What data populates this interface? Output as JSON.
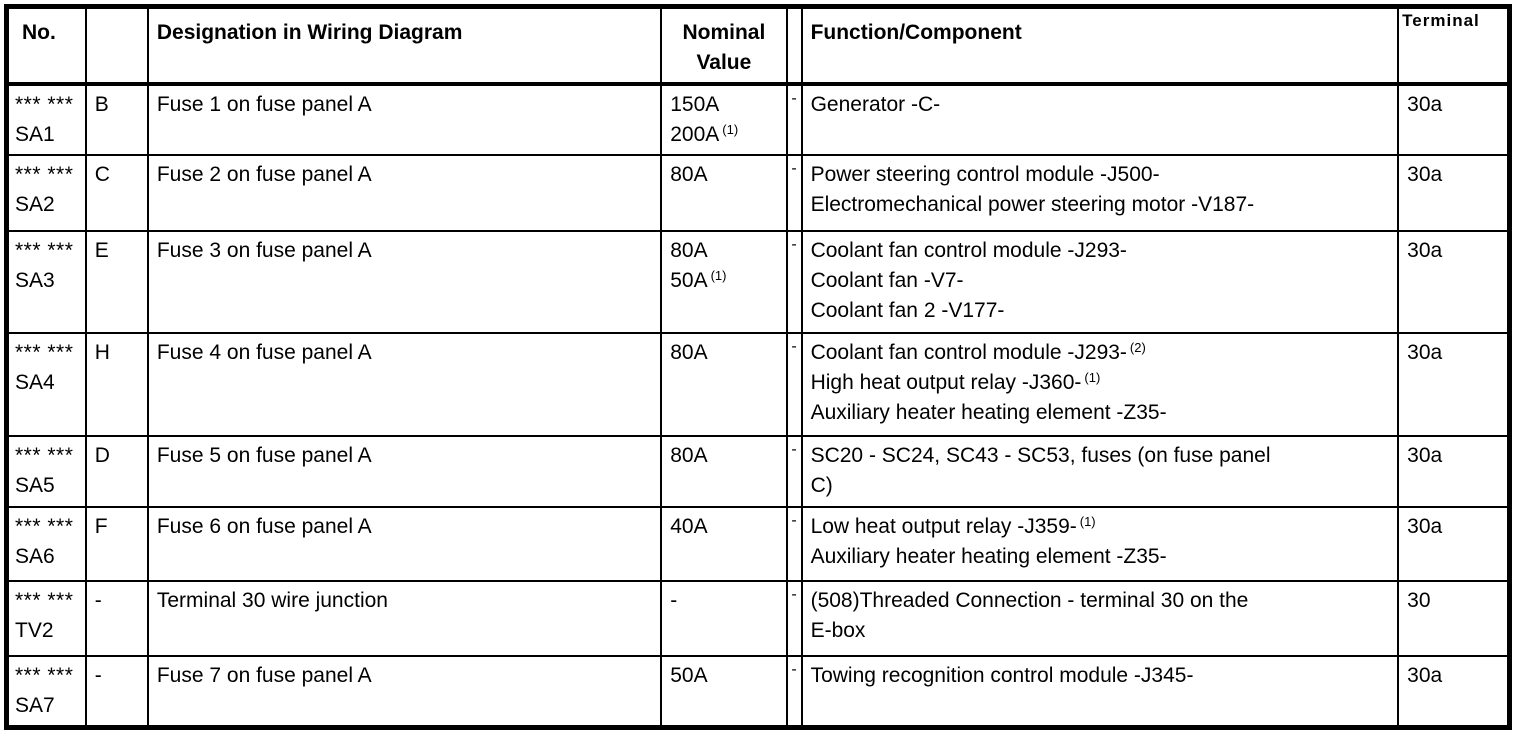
{
  "colors": {
    "border": "#000000",
    "text": "#000000",
    "background": "#ffffff"
  },
  "table": {
    "headers": {
      "no": "No.",
      "letter": "",
      "designation": "Designation in Wiring Diagram",
      "nominal_line1": "Nominal",
      "nominal_line2": "Value",
      "tick": "",
      "function": "Function/Component",
      "terminal": "Terminal"
    },
    "rows": [
      {
        "no_masked": "*** ***",
        "no_id": "SA1",
        "letter": "B",
        "designation": "Fuse 1 on fuse panel A",
        "nominal": [
          {
            "text": "150A"
          },
          {
            "text": "200A",
            "sup": "(1)"
          }
        ],
        "tick": "-",
        "function": [
          {
            "text": "Generator -C-"
          }
        ],
        "terminal": "30a"
      },
      {
        "no_masked": "*** ***",
        "no_id": "SA2",
        "letter": "C",
        "designation": "Fuse 2 on fuse panel A",
        "nominal": [
          {
            "text": "80A"
          }
        ],
        "tick": "-",
        "function": [
          {
            "text": "Power steering control module -J500-"
          },
          {
            "text": "Electromechanical power steering motor -V187-"
          }
        ],
        "terminal": "30a"
      },
      {
        "no_masked": "*** ***",
        "no_id": "SA3",
        "letter": "E",
        "designation": "Fuse 3 on fuse panel A",
        "nominal": [
          {
            "text": "80A"
          },
          {
            "text": "50A",
            "sup": "(1)"
          }
        ],
        "tick": "-",
        "function": [
          {
            "text": "Coolant fan control module -J293-"
          },
          {
            "text": "Coolant fan -V7-"
          },
          {
            "text": "Coolant fan 2 -V177-"
          }
        ],
        "terminal": "30a"
      },
      {
        "no_masked": "*** ***",
        "no_id": "SA4",
        "letter": "H",
        "designation": "Fuse 4 on fuse panel A",
        "nominal": [
          {
            "text": "80A"
          }
        ],
        "tick": "-",
        "function": [
          {
            "text": "Coolant fan control module -J293-",
            "sup": "(2)"
          },
          {
            "text": "High heat output relay -J360-",
            "sup": "(1)"
          },
          {
            "text": "Auxiliary heater heating element -Z35-"
          }
        ],
        "terminal": "30a"
      },
      {
        "no_masked": "*** ***",
        "no_id": "SA5",
        "letter": "D",
        "designation": "Fuse 5 on fuse panel A",
        "nominal": [
          {
            "text": "80A"
          }
        ],
        "tick": "-",
        "function": [
          {
            "text": "SC20 - SC24, SC43 - SC53, fuses (on fuse panel"
          },
          {
            "text": "C)"
          }
        ],
        "terminal": "30a"
      },
      {
        "no_masked": "*** ***",
        "no_id": "SA6",
        "letter": "F",
        "designation": "Fuse 6 on fuse panel A",
        "nominal": [
          {
            "text": "40A"
          }
        ],
        "tick": "-",
        "function": [
          {
            "text": "Low heat output relay -J359-",
            "sup": "(1)"
          },
          {
            "text": "Auxiliary heater heating element -Z35-"
          }
        ],
        "terminal": "30a"
      },
      {
        "no_masked": "*** ***",
        "no_id": "TV2",
        "letter": "-",
        "designation": "Terminal 30 wire junction",
        "nominal": [
          {
            "text": "-"
          }
        ],
        "tick": "-",
        "function": [
          {
            "text": "(508)Threaded Connection - terminal 30 on the"
          },
          {
            "text": "E-box"
          }
        ],
        "terminal": "30"
      },
      {
        "no_masked": "*** ***",
        "no_id": "SA7",
        "letter": "-",
        "designation": "Fuse 7 on fuse panel A",
        "nominal": [
          {
            "text": "50A"
          }
        ],
        "tick": "-",
        "function": [
          {
            "text": "Towing recognition control module -J345-"
          }
        ],
        "terminal": "30a"
      }
    ]
  }
}
